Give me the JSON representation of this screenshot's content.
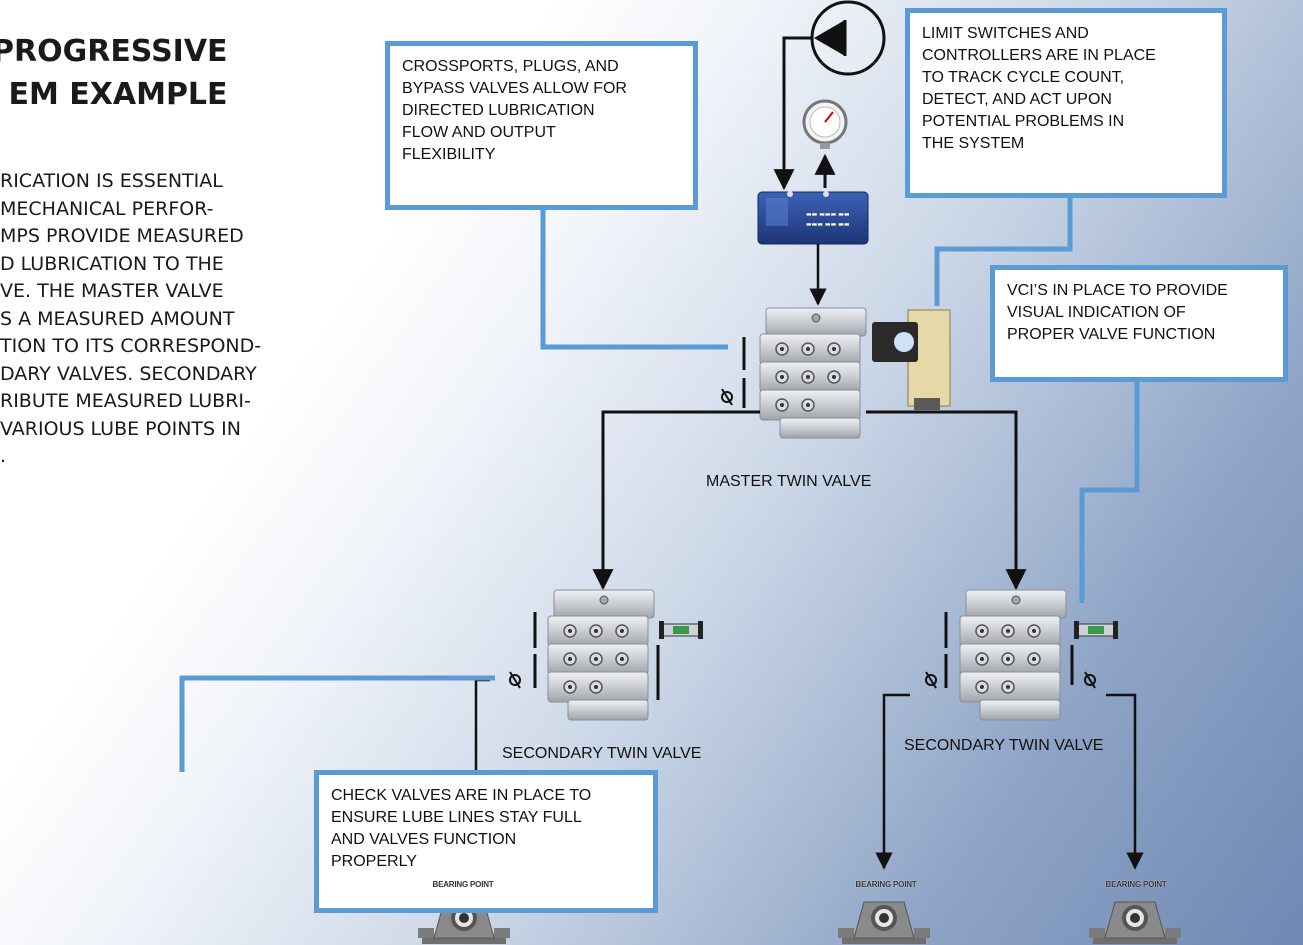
{
  "title": {
    "line1": "PROGRESSIVE",
    "line2": "EM EXAMPLE"
  },
  "intro": [
    "RICATION IS ESSENTIAL",
    " MECHANICAL PERFOR-",
    "MPS PROVIDE MEASURED",
    "D LUBRICATION TO THE",
    "VE. THE MASTER VALVE",
    "S A MEASURED AMOUNT",
    "TION TO ITS CORRESPOND-",
    "DARY VALVES. SECONDARY",
    "RIBUTE MEASURED LUBRI-",
    "VARIOUS LUBE POINTS IN",
    "."
  ],
  "callouts": {
    "crossports": " CROSSPORTS, PLUGS, AND\nBYPASS VALVES ALLOW FOR\nDIRECTED LUBRICATION\nFLOW AND OUTPUT\nFLEXIBILITY",
    "limit_switches": "LIMIT SWITCHES AND\nCONTROLLERS ARE IN PLACE\nTO TRACK CYCLE COUNT,\nDETECT, AND ACT UPON\nPOTENTIAL PROBLEMS IN\nTHE SYSTEM",
    "vci": "VCI’S IN PLACE TO PROVIDE\nVISUAL INDICATION OF\nPROPER VALVE FUNCTION",
    "check_valves": "CHECK VALVES ARE IN PLACE TO\nENSURE LUBE LINES STAY FULL\nAND VALVES FUNCTION\nPROPERLY"
  },
  "labels": {
    "master": "MASTER TWIN VALVE",
    "secondary_left": "SECONDARY TWIN VALVE",
    "secondary_right": "SECONDARY TWIN VALVE",
    "bearing_1": "BEARING POINT",
    "bearing_2": "BEARING POINT",
    "bearing_3": "BEARING POINT"
  },
  "colors": {
    "callout_border": "#5b9bd5",
    "line": "#111111",
    "valve_metal": "#c8ccd1",
    "block_blue": "#2b4a9a",
    "bearing_gray": "#8a8a8a"
  }
}
